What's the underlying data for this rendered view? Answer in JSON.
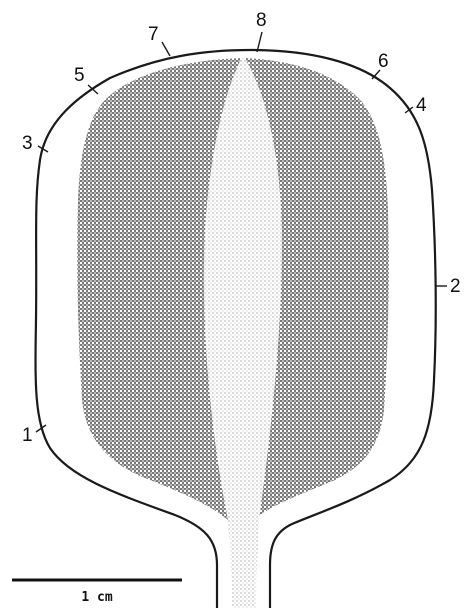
{
  "figure": {
    "callouts": [
      "1",
      "2",
      "3",
      "4",
      "5",
      "6",
      "7",
      "8"
    ],
    "scale_bar": {
      "label": "1 cm"
    },
    "colors": {
      "outline": "#1a1a1a",
      "stipple_dense": "#8a8a8a",
      "stipple_light": "#d6d6d6",
      "background": "#ffffff"
    }
  }
}
